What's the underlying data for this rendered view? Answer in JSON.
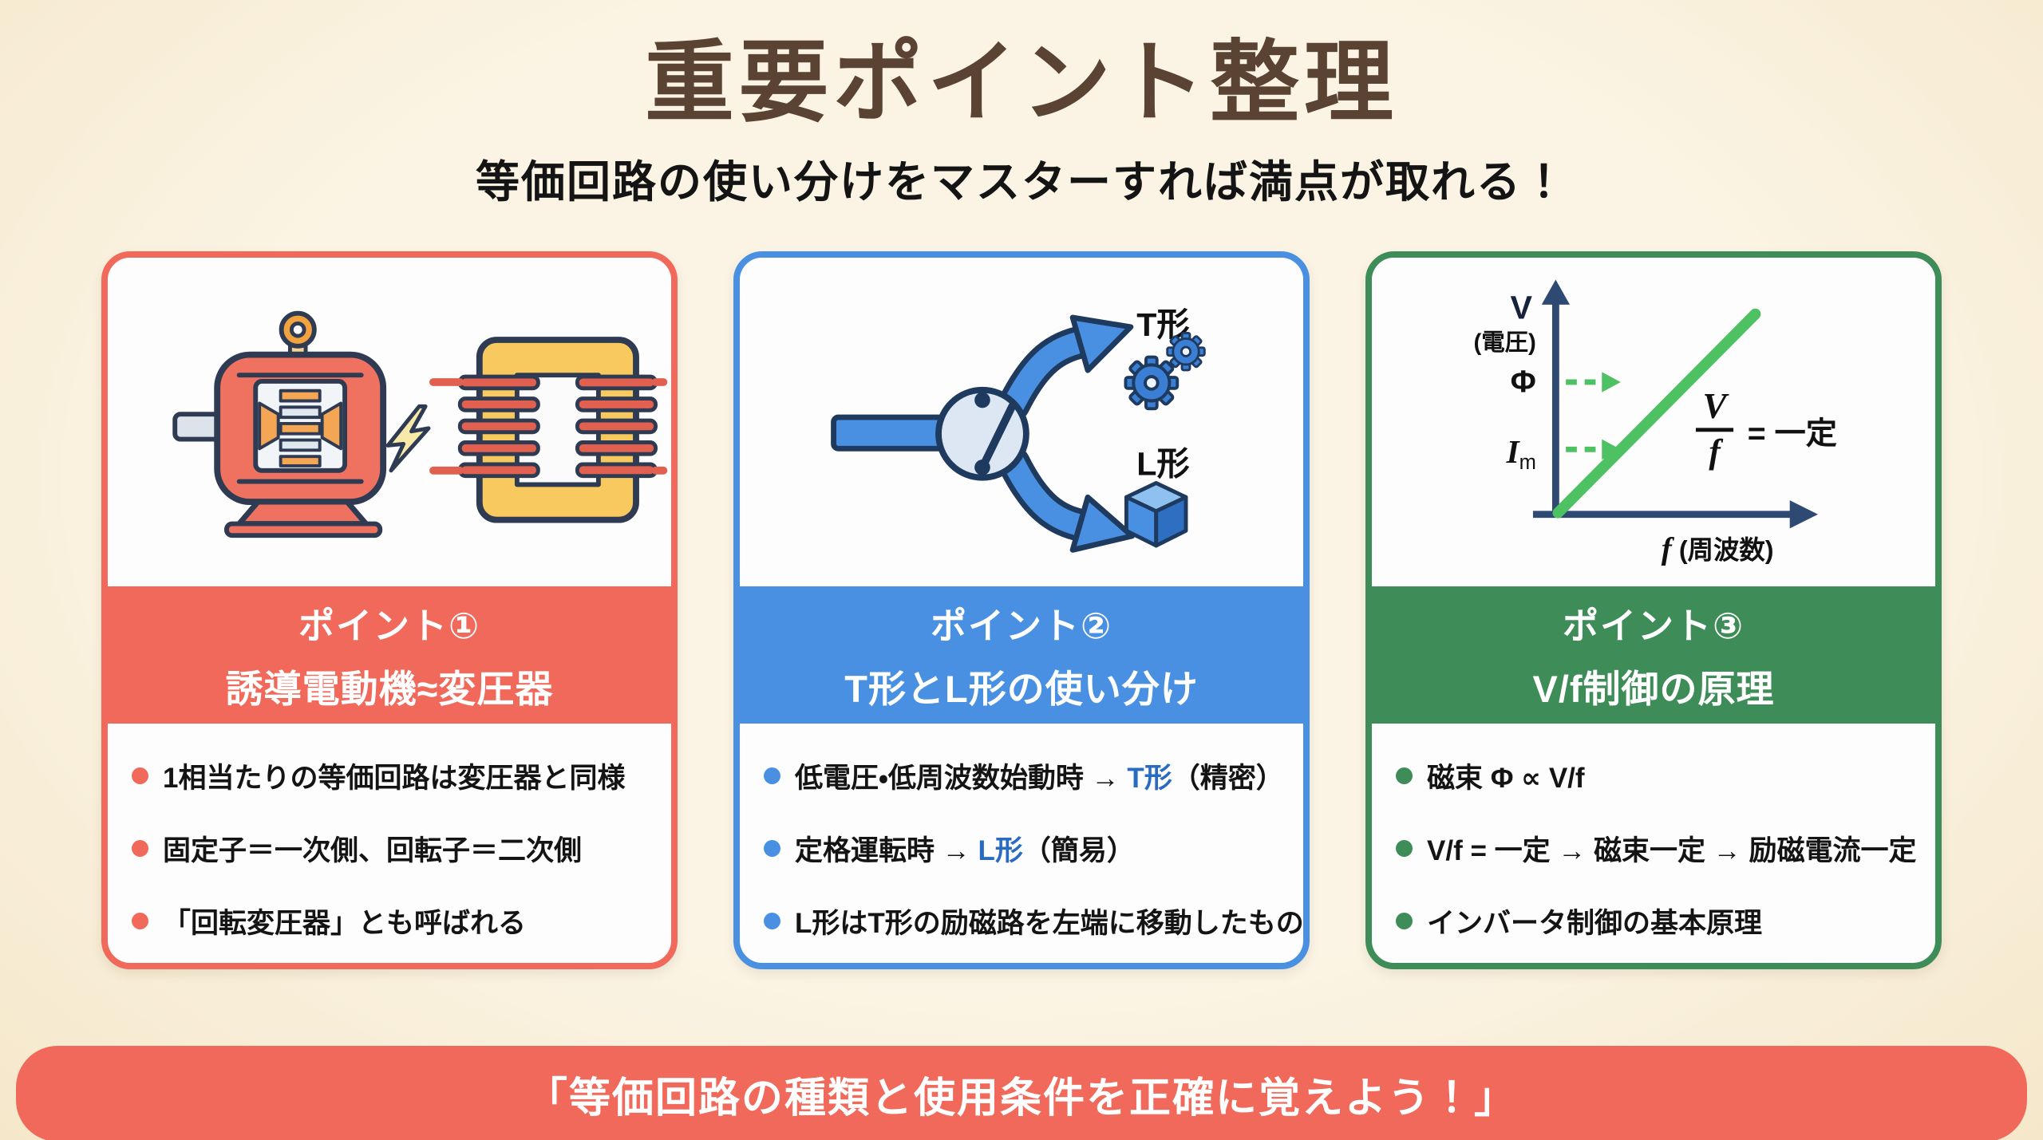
{
  "page": {
    "title": "重要ポイント整理",
    "subtitle": "等価回路の使い分けをマスターすれば満点が取れる！",
    "footer": "「等価回路の種類と使用条件を正確に覚えよう！」"
  },
  "colors": {
    "background_center": "#fbf4e4",
    "background_edge": "#f5e7ca",
    "title_brown": "#5b4334",
    "body_text": "#141414",
    "card1_accent": "#f0695a",
    "card2_accent": "#4a90e2",
    "card3_accent": "#3e8c58",
    "blue_keyword_text": "#2a6bc2",
    "axis_navy": "#2e4a72",
    "vf_line_green": "#4ec163",
    "banner": "#f0695a"
  },
  "cards": [
    {
      "id": "point-1",
      "header_line1": "ポイント①",
      "header_line2": "誘導電動機≈変圧器",
      "accent": "#f0695a",
      "illustration": "motor-and-transformer",
      "bullets": [
        [
          {
            "t": "1相当たりの等価回路は変圧器と同様"
          }
        ],
        [
          {
            "t": "固定子＝一次側、回転子＝二次側"
          }
        ],
        [
          {
            "t": "「回転変圧器」とも呼ばれる"
          }
        ]
      ]
    },
    {
      "id": "point-2",
      "header_line1": "ポイント②",
      "header_line2": "T形とL形の使い分け",
      "accent": "#4a90e2",
      "illustration": "branching-switch-arrows",
      "diagram": {
        "t_label": "T形",
        "l_label": "L形"
      },
      "bullets": [
        [
          {
            "t": "低電圧・低周波数始動時 → "
          },
          {
            "t": "T形",
            "c": "#2a6bc2"
          },
          {
            "t": "（精密）"
          }
        ],
        [
          {
            "t": "定格運転時 → "
          },
          {
            "t": "L形",
            "c": "#2a6bc2"
          },
          {
            "t": "（簡易）"
          }
        ],
        [
          {
            "t": "L形はT形の励磁路を左端に移動したもの"
          }
        ]
      ]
    },
    {
      "id": "point-3",
      "header_line1": "ポイント③",
      "header_line2": "V/f制御の原理",
      "accent": "#3e8c58",
      "illustration": "v-f-linear-graph",
      "graph": {
        "y_main": "V",
        "y_sub": "(電圧)",
        "flux": "Φ",
        "current_main": "I",
        "current_sub": "m",
        "x_main": "f",
        "x_sub": " (周波数)",
        "formula_numerator": "V",
        "formula_denominator": "f",
        "formula_rhs": "= 一定"
      },
      "bullets": [
        [
          {
            "t": "磁束 Φ ∝ V/f"
          }
        ],
        [
          {
            "t": "V/f = 一定 → 磁束一定 → 励磁電流一定"
          }
        ],
        [
          {
            "t": "インバータ制御の基本原理"
          }
        ]
      ]
    }
  ]
}
